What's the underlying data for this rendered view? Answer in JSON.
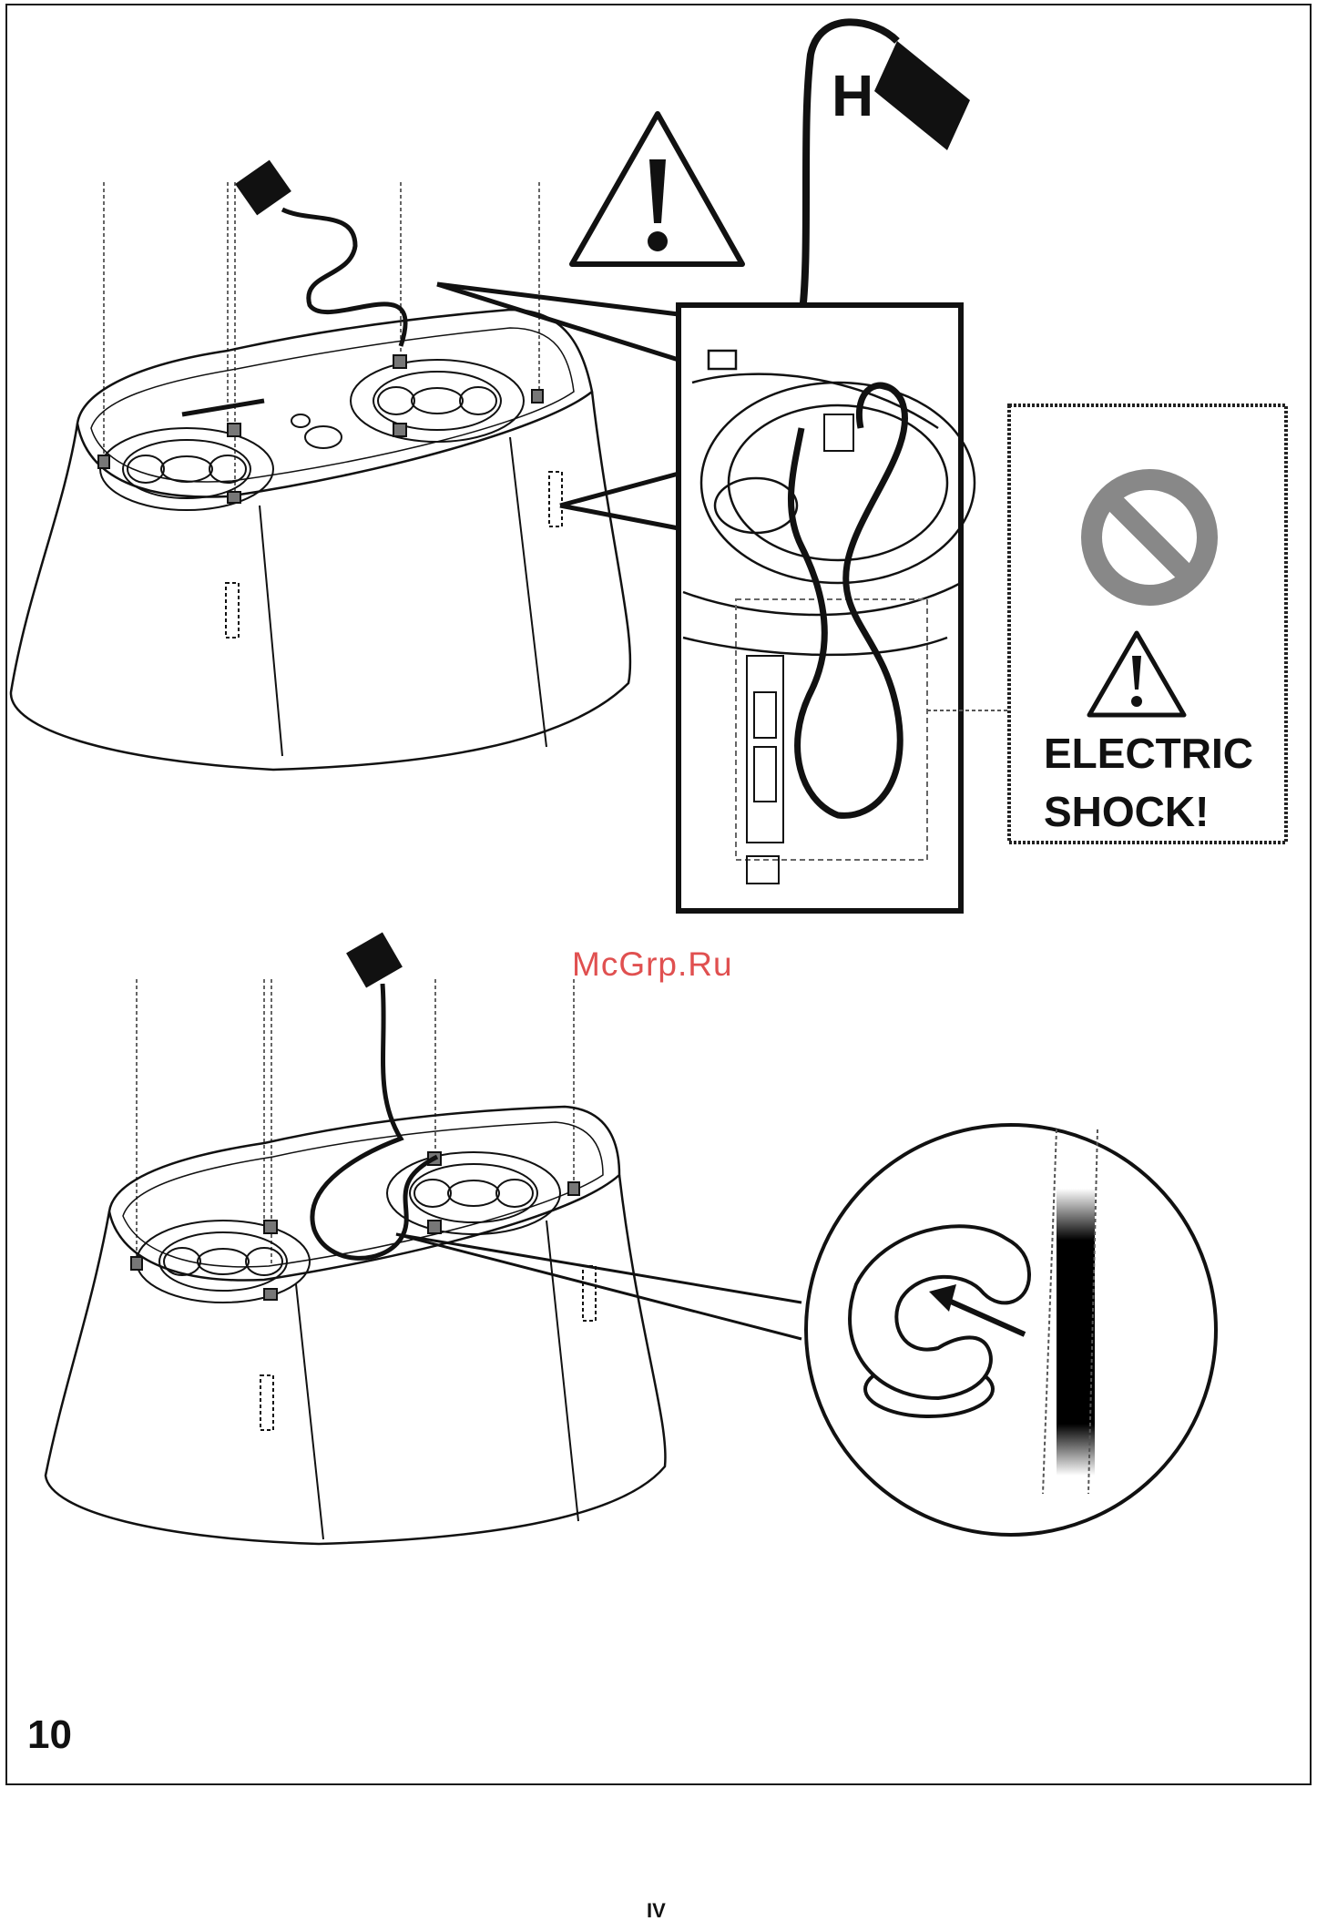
{
  "step": {
    "number": "10"
  },
  "page": {
    "number": "IV"
  },
  "watermark": {
    "text": "McGrp.Ru"
  },
  "labels": {
    "h": "H"
  },
  "warning": {
    "line1": "ELECTRIC",
    "line2": "SHOCK!"
  },
  "icons": {
    "prohibited": "prohibited-icon",
    "caution": "caution-triangle-icon",
    "connector": "plug-connector-icon"
  },
  "colors": {
    "ink": "#111111",
    "gray": "#8c8c8c",
    "watermark": "#e05050"
  }
}
